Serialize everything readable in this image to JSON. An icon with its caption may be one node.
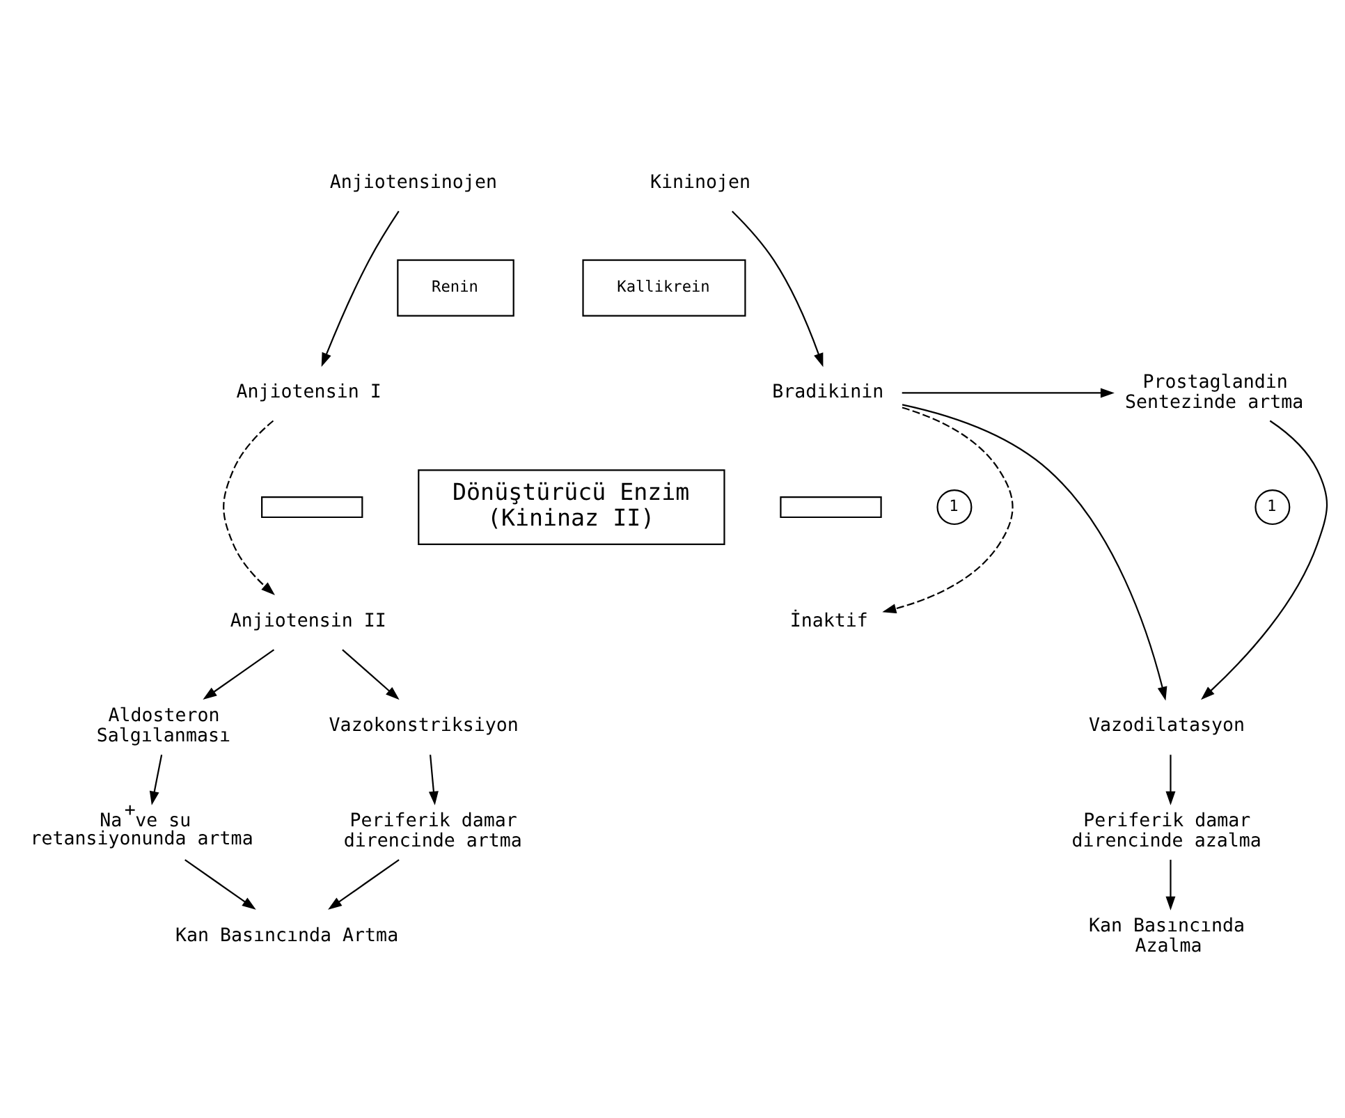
{
  "diagram": {
    "nodes": [
      {
        "text": [
          "Anjiotensinojen"
        ]
      },
      {
        "text": [
          "Renin"
        ]
      },
      {
        "text": [
          "Anjiotensin I"
        ]
      },
      {
        "text": [
          "Kininojen"
        ]
      },
      {
        "text": [
          "Kallikrein"
        ]
      },
      {
        "text": [
          "Bradikinin"
        ]
      },
      {
        "text": [
          "Prostaglandin Sentezinde artma"
        ]
      },
      {
        "text": [
          "1"
        ]
      },
      {
        "text": [],
        "shape": "box"
      },
      {
        "text": [
          "Dönüştürücü Enzim (Kininaz II)"
        ]
      },
      {
        "text": [],
        "shape": "box"
      },
      {
        "text": [
          "1"
        ]
      },
      {
        "text": [
          "Anjiotensin II"
        ]
      },
      {
        "text": [
          "İnaktif"
        ]
      },
      {
        "text": [
          "Vazokonstriksiyon"
        ]
      },
      {
        "text": [
          "Aldosteron Salgılanması"
        ]
      },
      {
        "text": [
          "Vazodilatasyon"
        ]
      },
      {
        "text": [
          "Periferik damar direncinde artma"
        ]
      },
      {
        "text": [
          "Na$^{+}$ve su retansiyonunda artma"
        ]
      },
      {
        "text": [
          "Periferik damar direncinde azalma"
        ]
      },
      {
        "text": [
          "Kan Basıncında Artma"
        ]
      },
      {
        "text": [
          "Kan Basıncında Azalma"
        ]
      }
    ],
    "edges": [
      {
        "from": 0,
        "to": 2,
        "arrow": "to"
      },
      {
        "from": 3,
        "to": 5,
        "arrow": "to"
      },
      {
        "from": 5,
        "to": 6,
        "arrow": "to"
      },
      {
        "from": 2,
        "to": 12,
        "arrow": "to",
        "style": "dashed"
      },
      {
        "from": 5,
        "to": 13,
        "arrow": "to",
        "style": "dashed"
      },
      {
        "from": 12,
        "to": 14,
        "arrow": "to"
      },
      {
        "from": 12,
        "to": 15,
        "arrow": "to"
      },
      {
        "from": 5,
        "to": 16,
        "arrow": "to"
      },
      {
        "from": 6,
        "to": 16,
        "arrow": "to"
      },
      {
        "from": 14,
        "to": 17,
        "arrow": "to"
      },
      {
        "from": 15,
        "to": 18,
        "arrow": "to"
      },
      {
        "from": 16,
        "to": 19,
        "arrow": "to"
      },
      {
        "from": 17,
        "to": 20,
        "arrow": "to"
      },
      {
        "from": 18,
        "to": 20,
        "arrow": "to"
      },
      {
        "from": 19,
        "to": 21,
        "arrow": "to"
      }
    ]
  }
}
